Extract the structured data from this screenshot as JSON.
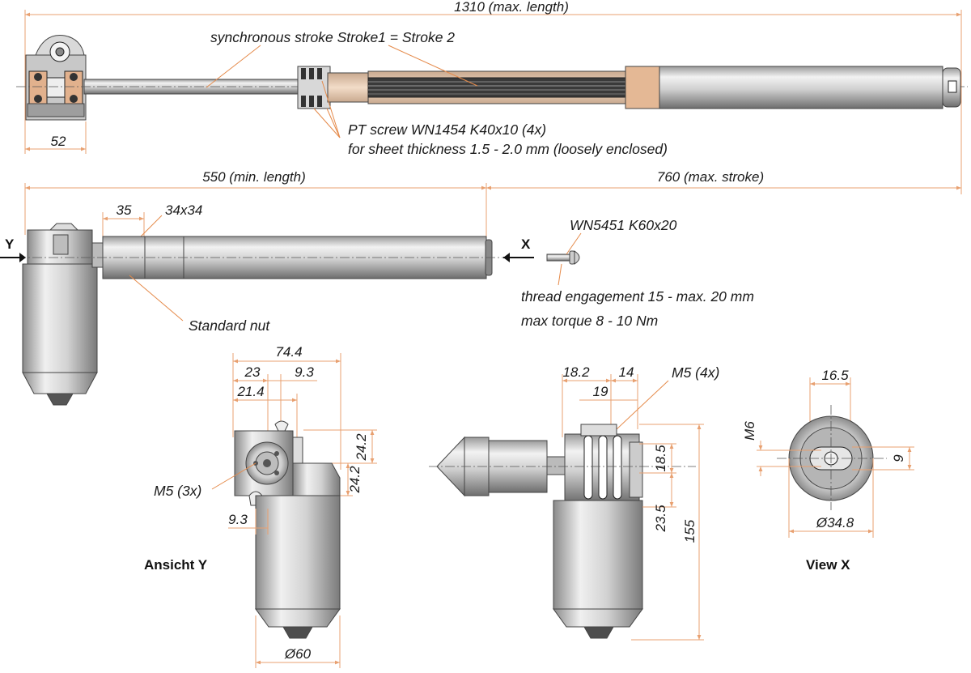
{
  "colors": {
    "dimension_line": "#e8a070",
    "metal_light": "#e9e9e9",
    "metal_mid": "#bdbdbd",
    "metal_dark": "#6f6f6f",
    "section_copper": "#e7c8ad"
  },
  "dimensions": {
    "max_length": "1310 (max. length)",
    "gear_width": "52",
    "min_length": "550 (min. length)",
    "max_stroke": "760 (max. stroke)",
    "nut_length": "35",
    "nut_size": "34x34",
    "y_74_4": "74.4",
    "y_23": "23",
    "y_9_3_top": "9.3",
    "y_21_4": "21.4",
    "y_24_2_a": "24.2",
    "y_24_2_b": "24.2",
    "y_9_3_bottom": "9.3",
    "y_d60": "Ø60",
    "s_18_2": "18.2",
    "s_14": "14",
    "s_19": "19",
    "s_18_5": "18.5",
    "s_23_5": "23.5",
    "s_155": "155",
    "x_16_5": "16.5",
    "x_m6": "M6",
    "x_9": "9",
    "x_d34_8": "Ø34.8"
  },
  "labels": {
    "sync_stroke": "synchronous stroke Stroke1 = Stroke 2",
    "pt_screw_line1": "PT screw WN1454 K40x10 (4x)",
    "pt_screw_line2": "for sheet thickness 1.5 - 2.0 mm (loosely enclosed)",
    "arrow_y": "Y",
    "arrow_x": "X",
    "bolt": "WN5451 K60x20",
    "thread_engagement": "thread engagement 15 - max. 20 mm",
    "max_torque": "max torque 8 - 10 Nm",
    "standard_nut": "Standard nut",
    "m5_3x": "M5 (3x)",
    "m5_4x": "M5 (4x)",
    "view_y": "Ansicht Y",
    "view_x": "View X"
  }
}
